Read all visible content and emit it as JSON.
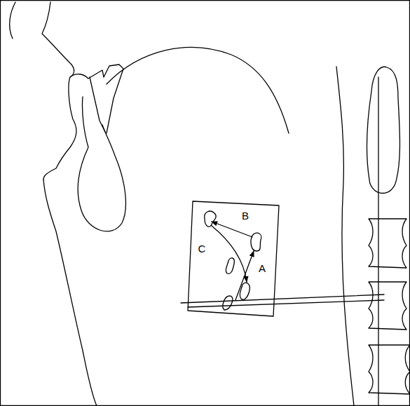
{
  "diagram": {
    "labels": [
      "B",
      "C",
      "A"
    ]
  }
}
